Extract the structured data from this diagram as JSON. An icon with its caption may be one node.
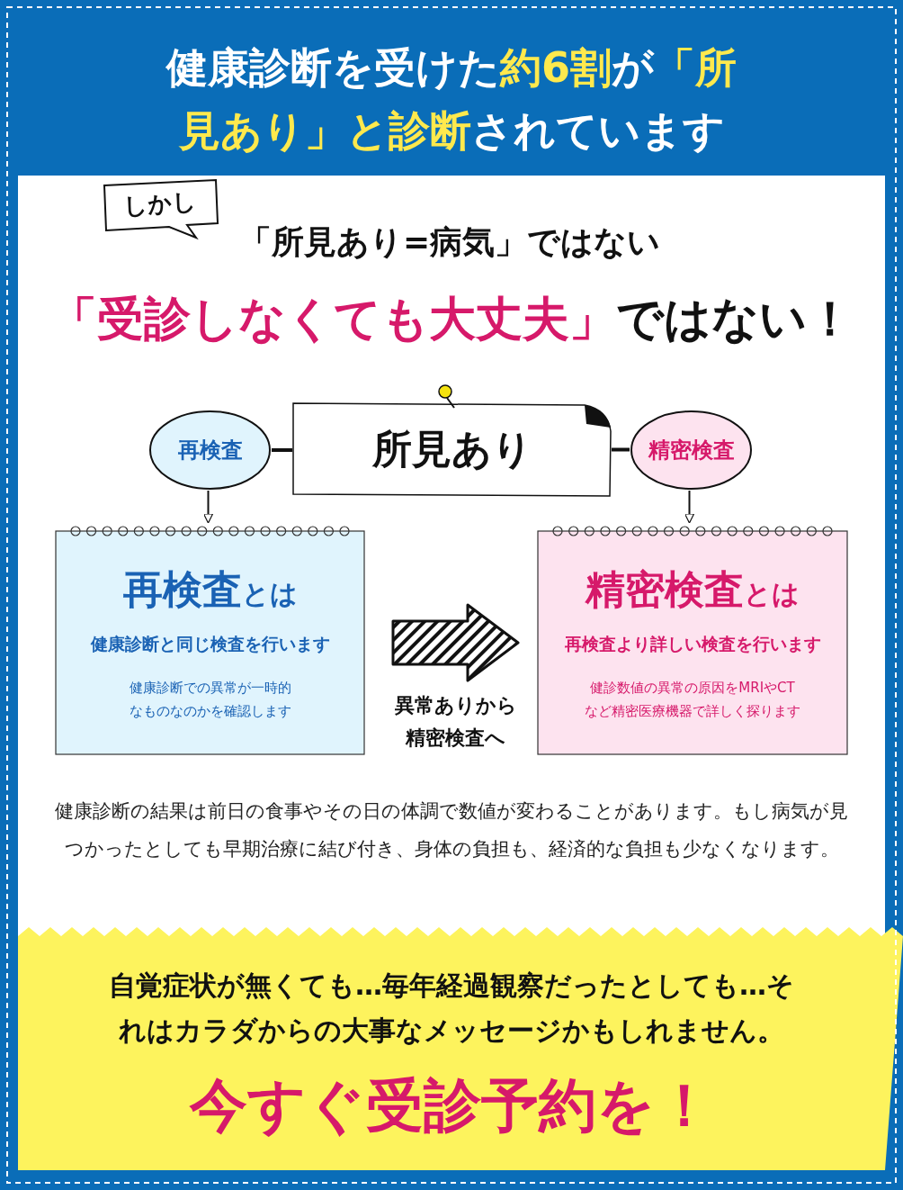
{
  "diagram": {
    "title": "健康診断を受けた**約6割**が**「所見あり」と診断**されています",
    "nodes": [
      {
        "text": [
          "しかし"
        ]
      },
      {
        "text": [
          "再検査"
        ]
      },
      {
        "text": [
          "所見あり"
        ]
      },
      {
        "text": [
          "精密検査"
        ]
      },
      {
        "text": [
          "**再検査**とは",
          "健康診断と同じ検査を行います",
          "健康診断での異常が一時的なものなのかを確認します"
        ]
      },
      {
        "text": [
          "**精密検査**とは",
          "再検査より詳しい検査を行います",
          "健診数値の異常の原因をMRIやCTなど精密医療機器で詳しく探ります"
        ]
      }
    ],
    "edges": [
      {
        "from": 1,
        "to": 2,
        "arrow": "none",
        "style": "thick"
      },
      {
        "from": 2,
        "to": 3,
        "arrow": "none",
        "style": "thick"
      },
      {
        "from": 1,
        "to": 4,
        "arrow": "to"
      },
      {
        "from": 3,
        "to": 5,
        "arrow": "to"
      },
      {
        "from": 4,
        "to": 5,
        "arrow": "to",
        "label": "異常ありから精密検査へ",
        "style": "thick"
      }
    ],
    "labels": [
      "「所見あり=病気」ではない",
      "**「受診しなくても大丈夫」**ではない！",
      "健康診断の結果は前日の食事やその日の体調で数値が変わることがあります。もし病気が見つかったとしても早期治療に結び付き、身体の負担も、経済的な負担も少なくなります。",
      "自覚症状が無くても…毎年経過観察だったとしても…それはカラダからの大事なメッセージかもしれません。",
      "今すぐ受診予約を！"
    ]
  }
}
